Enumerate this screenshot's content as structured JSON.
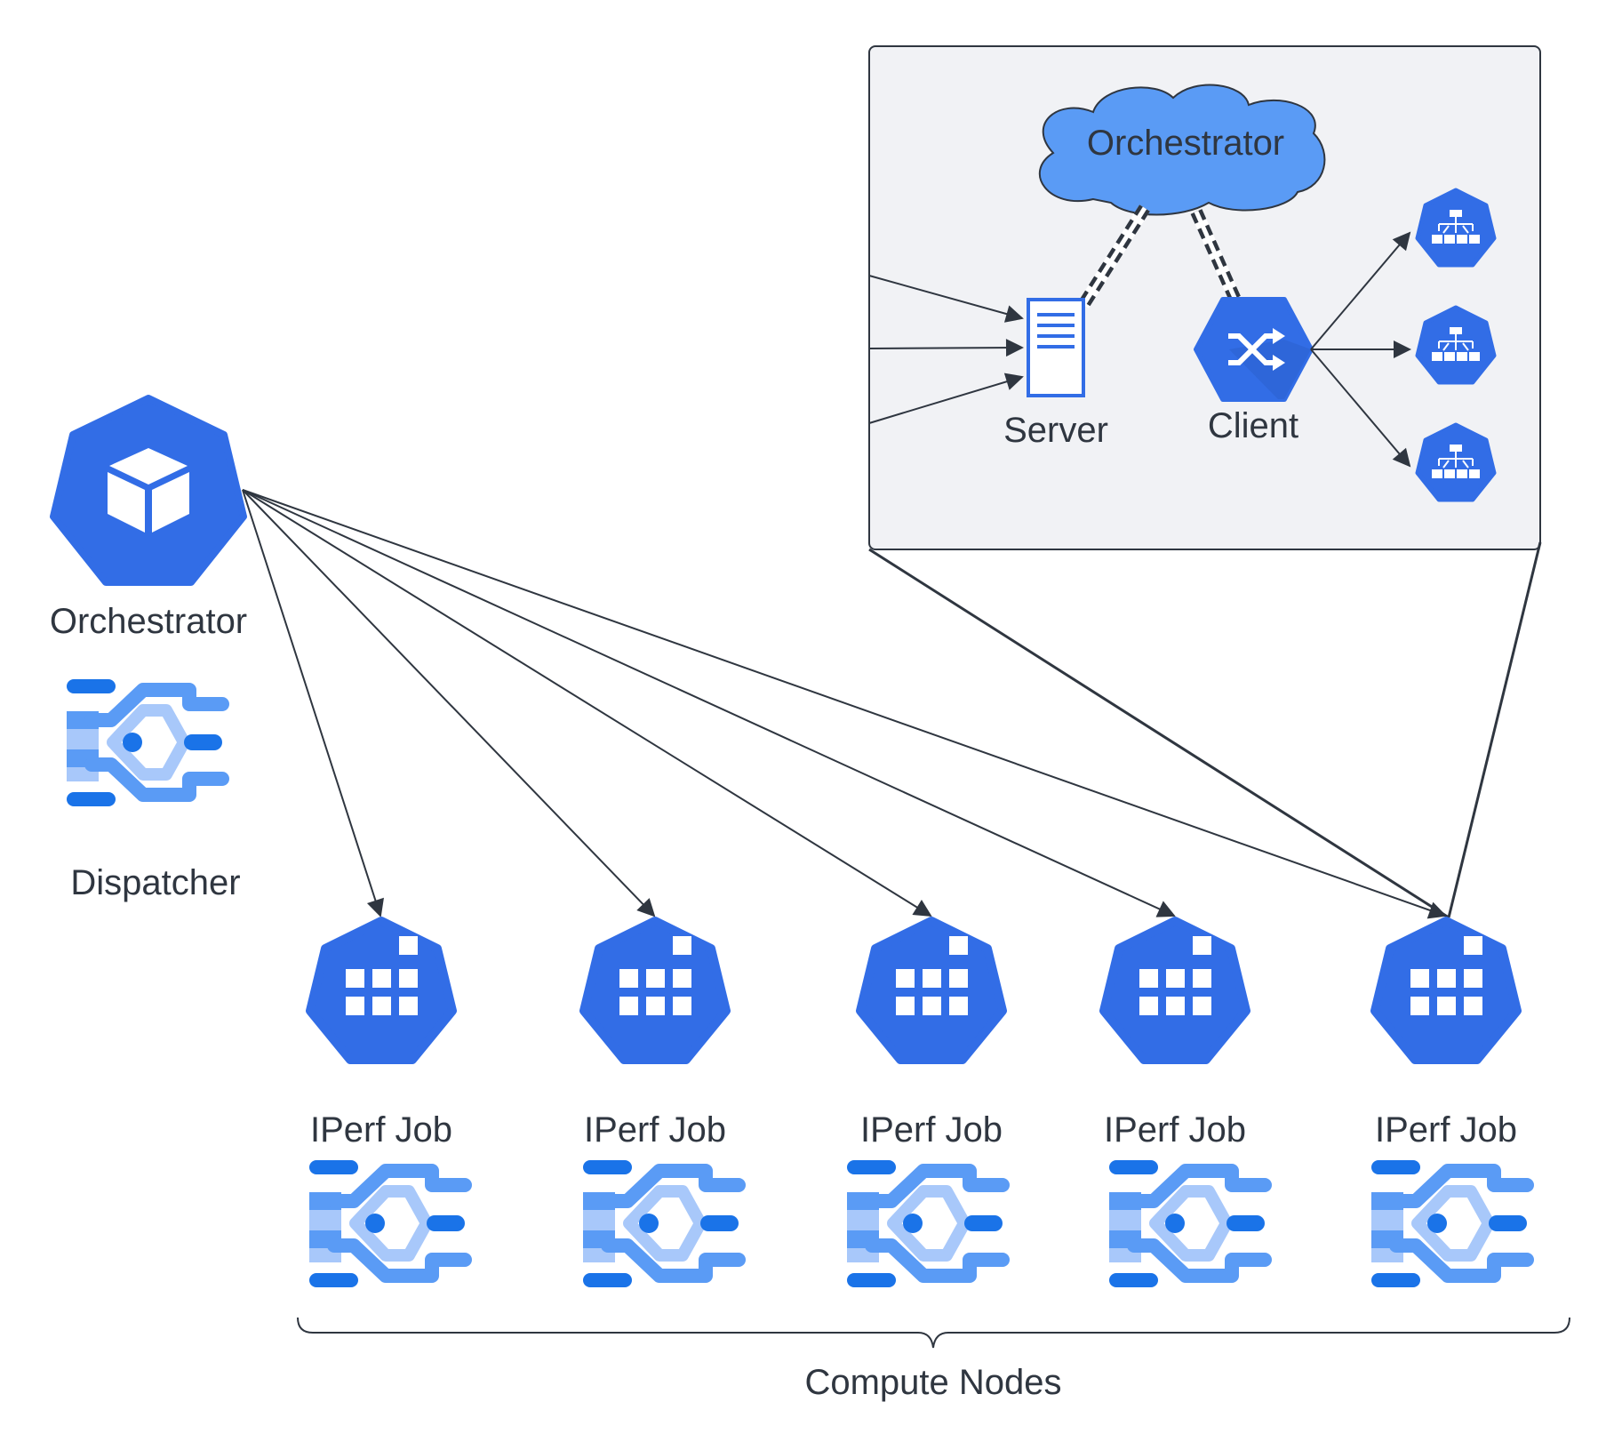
{
  "detail_box": {
    "cloud_label": "Orchestrator",
    "server_label": "Server",
    "client_label": "Client"
  },
  "orchestrator": {
    "label": "Orchestrator",
    "icon": "cube-icon"
  },
  "dispatcher": {
    "label": "Dispatcher",
    "icon": "dataflow-icon"
  },
  "jobs": [
    {
      "label": "IPerf Job"
    },
    {
      "label": "IPerf Job"
    },
    {
      "label": "IPerf Job"
    },
    {
      "label": "IPerf Job"
    },
    {
      "label": "IPerf Job"
    }
  ],
  "brace_label": "Compute Nodes",
  "colors": {
    "primary_blue": "#326DE6",
    "flow_dark": "#1A73E8",
    "flow_mid": "#5A9BF5",
    "flow_light": "#A8C8FA",
    "line": "#2f3640",
    "box_fill": "#F1F2F5",
    "text": "#2f3640"
  }
}
